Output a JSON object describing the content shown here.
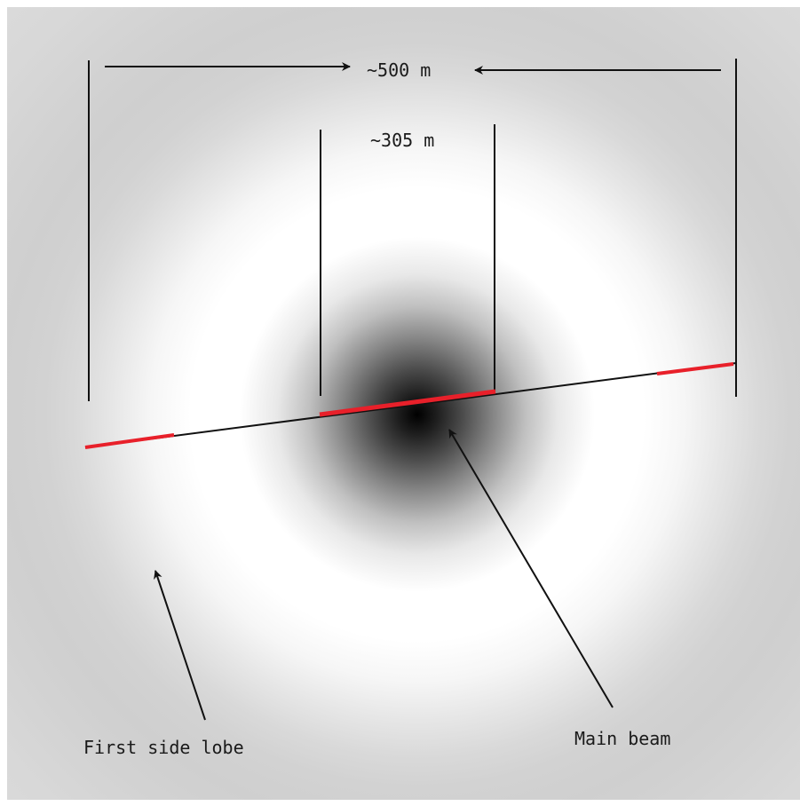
{
  "labels": {
    "outer_width": "~500 m",
    "inner_width": "~305 m",
    "side_lobe": "First side lobe",
    "main_beam": "Main beam"
  },
  "colors": {
    "highlight": "#e8202a",
    "line": "#111111",
    "text": "#1a1a1a"
  }
}
